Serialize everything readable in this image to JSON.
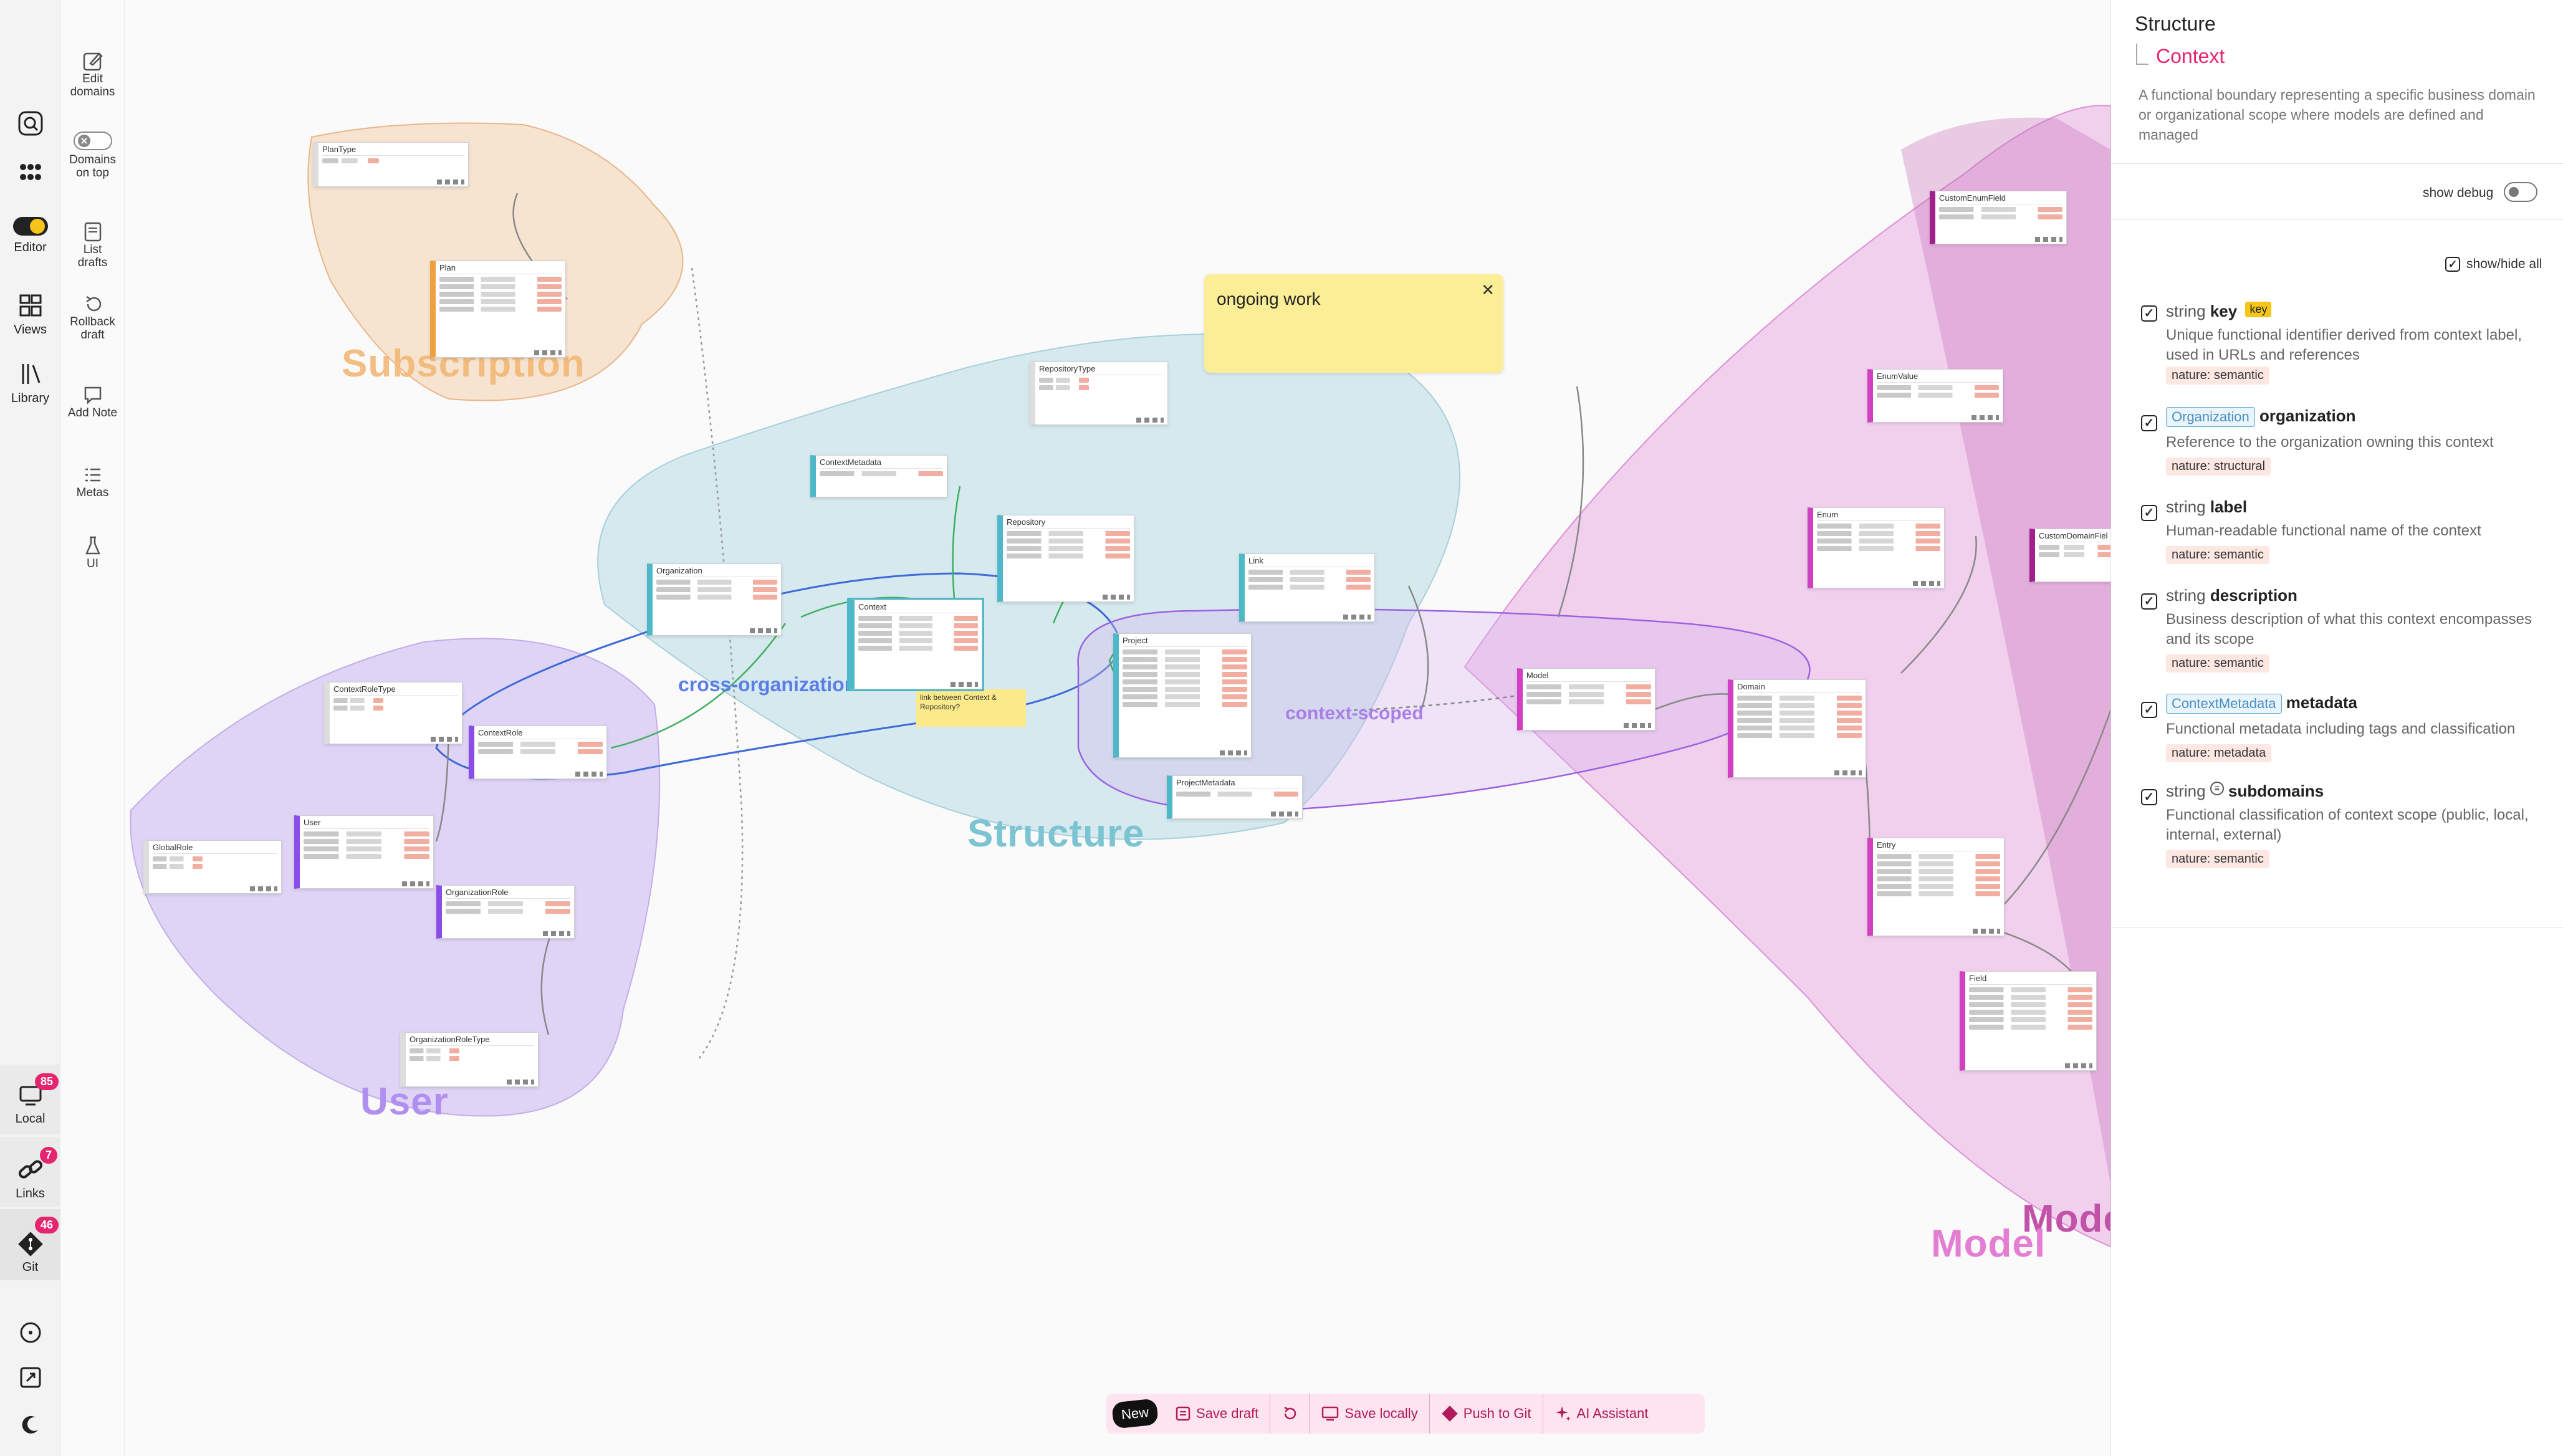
{
  "toolbar": {
    "edit_domains": "Edit domains",
    "domains_on_top": "Domains on top",
    "list_drafts": "List drafts",
    "rollback_draft": "Rollback draft",
    "add_note": "Add Note",
    "metas": "Metas",
    "ui": "UI"
  },
  "rail": {
    "editor": "Editor",
    "views": "Views",
    "library": "Library",
    "local": "Local",
    "local_count": "85",
    "links": "Links",
    "links_count": "7",
    "git": "Git",
    "git_count": "46"
  },
  "groups": {
    "subscription": "Subscription",
    "structure": "Structure",
    "user": "User",
    "model": "Model",
    "model_partial": "Mode"
  },
  "edge_labels": {
    "cross_org": "cross-organization",
    "context_scoped": "context-scoped"
  },
  "notes": {
    "ongoing_work": "ongoing work",
    "link_note": "link between Context & Repository?"
  },
  "entities": [
    {
      "id": "plantype",
      "name": "PlanType"
    },
    {
      "id": "plan",
      "name": "Plan"
    },
    {
      "id": "repositorytype",
      "name": "RepositoryType"
    },
    {
      "id": "contextmetadata",
      "name": "ContextMetadata"
    },
    {
      "id": "repository",
      "name": "Repository"
    },
    {
      "id": "organization",
      "name": "Organization"
    },
    {
      "id": "context",
      "name": "Context"
    },
    {
      "id": "link",
      "name": "Link"
    },
    {
      "id": "project",
      "name": "Project"
    },
    {
      "id": "projectmetadata",
      "name": "ProjectMetadata"
    },
    {
      "id": "contextroletype",
      "name": "ContextRoleType"
    },
    {
      "id": "contextrole",
      "name": "ContextRole"
    },
    {
      "id": "user",
      "name": "User"
    },
    {
      "id": "globalrole",
      "name": "GlobalRole"
    },
    {
      "id": "organizationrole",
      "name": "OrganizationRole"
    },
    {
      "id": "organizationroletype",
      "name": "OrganizationRoleType"
    },
    {
      "id": "model",
      "name": "Model"
    },
    {
      "id": "domain",
      "name": "Domain"
    },
    {
      "id": "customenumfield",
      "name": "CustomEnumField"
    },
    {
      "id": "enumvalue",
      "name": "EnumValue"
    },
    {
      "id": "enum",
      "name": "Enum"
    },
    {
      "id": "customdomainfield",
      "name": "CustomDomainFiel"
    },
    {
      "id": "entry",
      "name": "Entry"
    },
    {
      "id": "field",
      "name": "Field"
    }
  ],
  "panel": {
    "breadcrumb": "Structure",
    "title": "Context",
    "description": "A functional boundary representing a specific business domain or organizational scope where models are defined and managed",
    "show_debug": "show debug",
    "show_hide_all": "show/hide all",
    "properties": [
      {
        "type": "string",
        "name": "key",
        "badge": "key",
        "description": "Unique functional identifier derived from context label, used in URLs and references",
        "nature": "nature: semantic"
      },
      {
        "type_tag": "Organization",
        "name": "organization",
        "description": "Reference to the organization owning this context",
        "nature": "nature: structural"
      },
      {
        "type": "string",
        "name": "label",
        "description": "Human-readable functional name of the context",
        "nature": "nature: semantic"
      },
      {
        "type": "string",
        "name": "description",
        "description": "Business description of what this context encompasses and its scope",
        "nature": "nature: semantic"
      },
      {
        "type_tag": "ContextMetadata",
        "name": "metadata",
        "description": "Functional metadata including tags and classification",
        "nature": "nature: metadata"
      },
      {
        "type": "string",
        "name": "subdomains",
        "description": "Functional classification of context scope (public, local, internal, external)",
        "nature": "nature: semantic"
      }
    ]
  },
  "bottom_bar": {
    "new": "New",
    "save_draft": "Save draft",
    "save_locally": "Save locally",
    "push_to_git": "Push to Git",
    "ai_assistant": "AI Assistant"
  },
  "colors": {
    "accent": "#e5256f",
    "structure": "#4fb8c8",
    "user": "#8a4de8",
    "subscription": "#f0a040",
    "model": "#d040c0"
  }
}
